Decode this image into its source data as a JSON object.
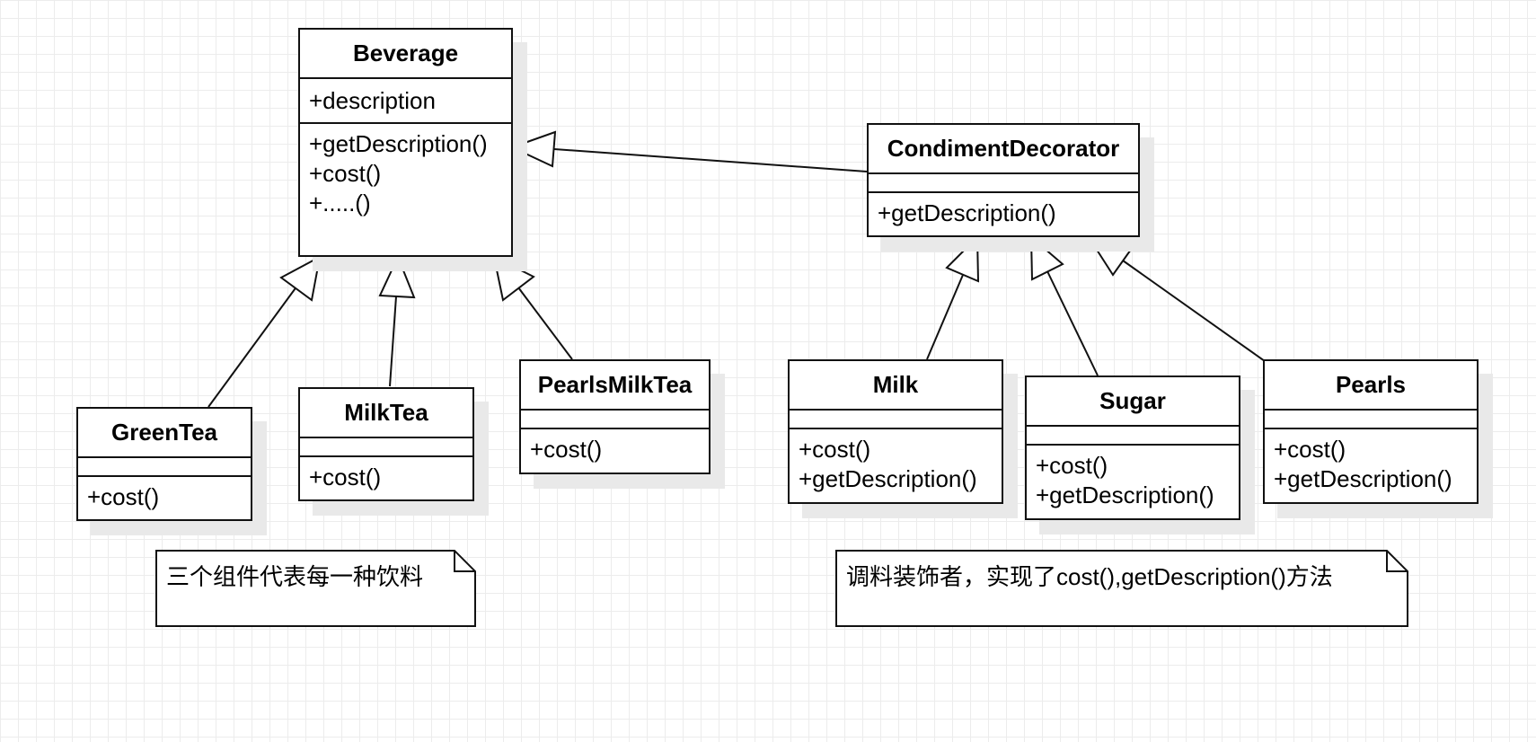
{
  "classes": {
    "beverage": {
      "name": "Beverage",
      "attributes": [
        "+description"
      ],
      "operations": [
        "+getDescription()",
        "+cost()",
        "+.....()"
      ]
    },
    "condiment_decorator": {
      "name": "CondimentDecorator",
      "attributes": [],
      "operations": [
        "+getDescription()"
      ]
    },
    "green_tea": {
      "name": "GreenTea",
      "attributes": [],
      "operations": [
        "+cost()"
      ]
    },
    "milk_tea": {
      "name": "MilkTea",
      "attributes": [],
      "operations": [
        "+cost()"
      ]
    },
    "pearls_milk_tea": {
      "name": "PearlsMilkTea",
      "attributes": [],
      "operations": [
        "+cost()"
      ]
    },
    "milk": {
      "name": "Milk",
      "attributes": [],
      "operations": [
        "+cost()",
        "+getDescription()"
      ]
    },
    "sugar": {
      "name": "Sugar",
      "attributes": [],
      "operations": [
        "+cost()",
        "+getDescription()"
      ]
    },
    "pearls": {
      "name": "Pearls",
      "attributes": [],
      "operations": [
        "+cost()",
        "+getDescription()"
      ]
    }
  },
  "notes": {
    "components": "三个组件代表每一种饮料",
    "decorators": "调料装饰者，实现了cost(),getDescription()方法"
  },
  "relations": [
    {
      "type": "generalization",
      "from": "GreenTea",
      "to": "Beverage"
    },
    {
      "type": "generalization",
      "from": "MilkTea",
      "to": "Beverage"
    },
    {
      "type": "generalization",
      "from": "PearlsMilkTea",
      "to": "Beverage"
    },
    {
      "type": "generalization",
      "from": "CondimentDecorator",
      "to": "Beverage"
    },
    {
      "type": "generalization",
      "from": "Milk",
      "to": "CondimentDecorator"
    },
    {
      "type": "generalization",
      "from": "Sugar",
      "to": "CondimentDecorator"
    },
    {
      "type": "generalization",
      "from": "Pearls",
      "to": "CondimentDecorator"
    }
  ]
}
